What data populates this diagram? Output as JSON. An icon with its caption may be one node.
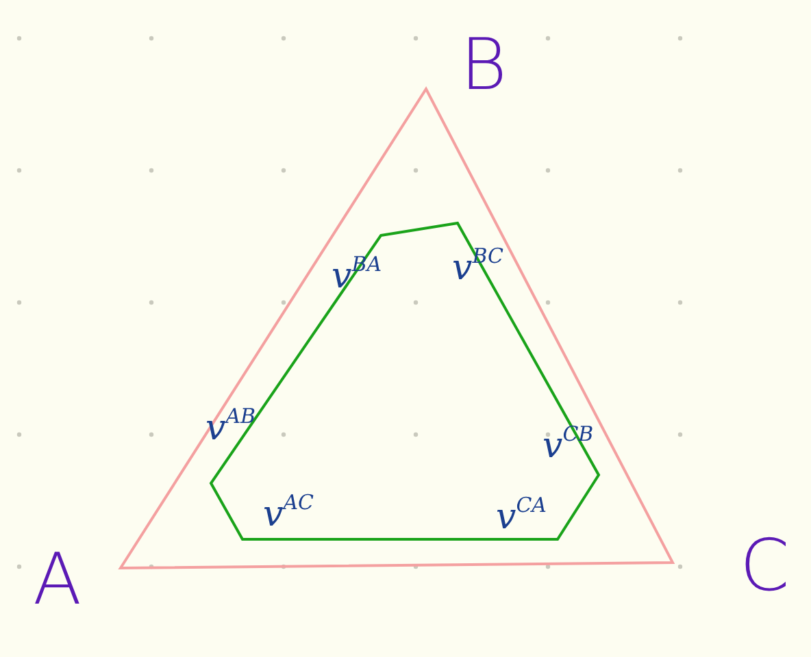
{
  "diagram": {
    "labels": [
      "B",
      "v$^{BA}$",
      "v$^{BC}$",
      "v$^{AB}$",
      "v$^{CB}$",
      "v$^{AC}$",
      "v$^{CA}$",
      "A",
      "C"
    ]
  }
}
